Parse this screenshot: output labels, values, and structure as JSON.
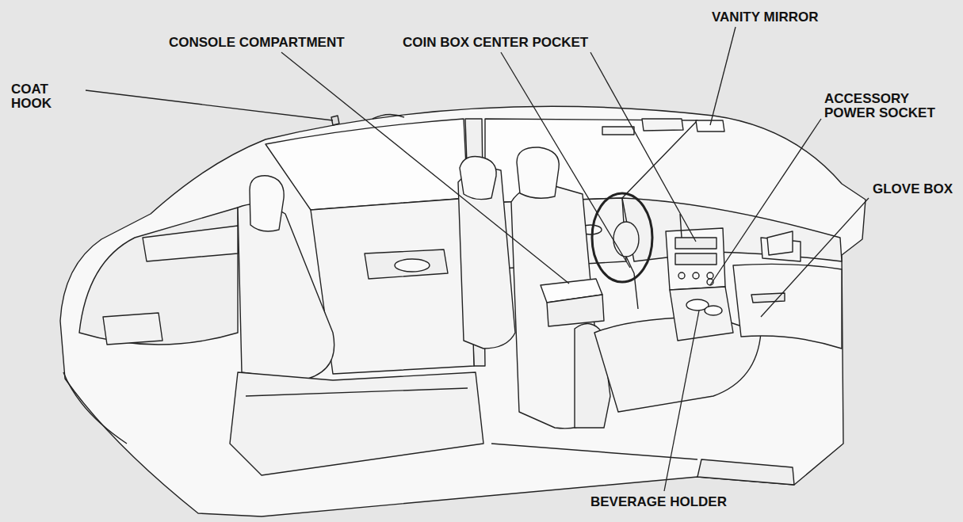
{
  "diagram": {
    "labels": [
      "COAT HOOK",
      "CONSOLE COMPARTMENT",
      "COIN BOX CENTER POCKET",
      "VANITY MIRROR",
      "ACCESSORY POWER SOCKET",
      "GLOVE BOX",
      "BEVERAGE HOLDER"
    ]
  }
}
